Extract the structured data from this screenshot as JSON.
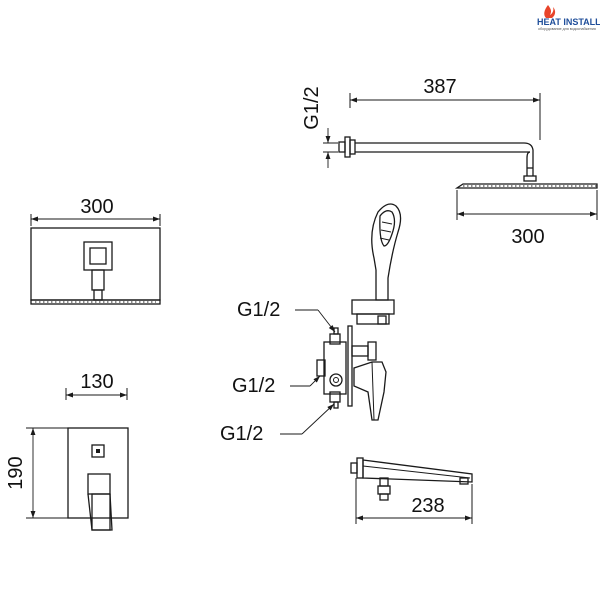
{
  "logo": {
    "name": "HEAT INSTALL",
    "tagline": "оборудование для водоснабжения",
    "flame_color": "#e8442a",
    "brand_color": "#1f4e9a"
  },
  "dimensions": {
    "head_width_front": "300",
    "head_width_side": "300",
    "arm_length": "387",
    "arm_thread": "G1/2",
    "plate_width": "130",
    "plate_height": "190",
    "spout_length": "238"
  },
  "connections": [
    "G1/2",
    "G1/2",
    "G1/2"
  ]
}
